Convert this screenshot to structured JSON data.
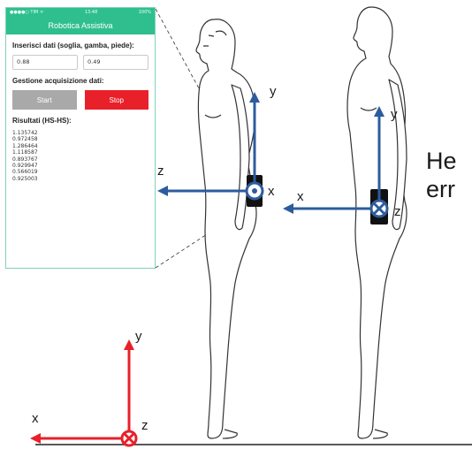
{
  "app": {
    "status_left": "●●●●○ TIM  ᯤ",
    "status_time": "13:48",
    "status_right": "100%",
    "title": "Robotica Assistiva",
    "input_label": "Inserisci dati (soglia, gamba, piede):",
    "field_1": "0.88",
    "field_2": "0.49",
    "acquisition_label": "Gestione acquisizione dati:",
    "start_label": "Start",
    "stop_label": "Stop",
    "results_label": "Risultati (HS-HS):",
    "results": [
      "1.135742",
      "0.972458",
      "1.286464",
      "1.118587",
      "0.893767",
      "0.929947",
      "0.566019",
      "0.925003"
    ]
  },
  "side_text": {
    "line1": "He",
    "line2": "err"
  },
  "axes": {
    "figure1": {
      "up": "y",
      "left": "z",
      "out": "x"
    },
    "figure2": {
      "up": "y",
      "left": "x",
      "out": "z"
    },
    "ground": {
      "up": "y",
      "left": "x",
      "out": "z"
    }
  },
  "colors": {
    "phone_accent": "#2fbf8f",
    "stop_button": "#e8202a",
    "start_button": "#a9a9a9",
    "body_axes": "#2d5c9e",
    "ground_axes": "#e8202a",
    "sensor": "#111111"
  }
}
